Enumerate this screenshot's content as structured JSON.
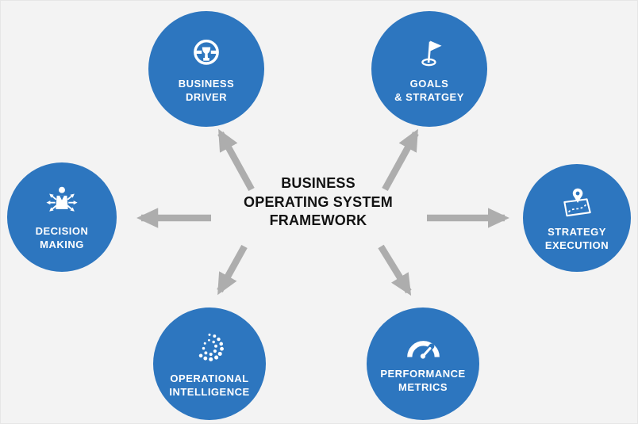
{
  "title": {
    "lines": [
      "BUSINESS",
      "OPERATING SYSTEM",
      "FRAMEWORK"
    ]
  },
  "nodes": [
    {
      "id": "business-driver",
      "line1": "BUSINESS",
      "line2": "DRIVER",
      "icon": "steering-wheel-icon"
    },
    {
      "id": "goals-strategy",
      "line1": "GOALS",
      "line2": "& STRATGEY",
      "icon": "golf-flag-icon"
    },
    {
      "id": "decision-making",
      "line1": "DECISION",
      "line2": "MAKING",
      "icon": "person-arrows-icon"
    },
    {
      "id": "strategy-execution",
      "line1": "STRATEGY",
      "line2": "EXECUTION",
      "icon": "map-pin-icon"
    },
    {
      "id": "operational-intelligence",
      "line1": "OPERATIONAL",
      "line2": "INTELLIGENCE",
      "icon": "dots-cluster-icon"
    },
    {
      "id": "performance-metrics",
      "line1": "PERFORMANCE",
      "line2": "METRICS",
      "icon": "gauge-icon"
    }
  ],
  "colors": {
    "background": "#F3F3F3",
    "circle_blue": "#2D76BF",
    "arrow_gray": "#ADADAD",
    "title_text": "#121212",
    "label_text": "#FFFFFF"
  }
}
